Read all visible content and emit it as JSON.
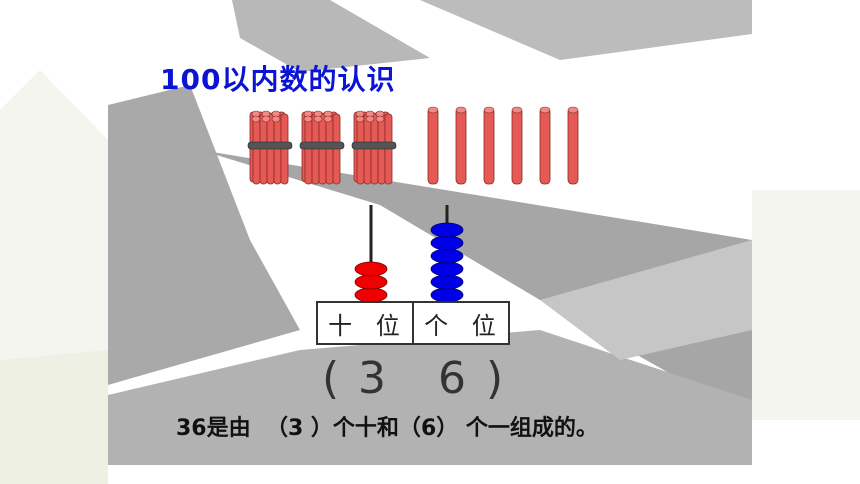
{
  "slide": {
    "title": "100以内数的认识",
    "colors": {
      "title": "#0a14d2",
      "stick": "#e55a55",
      "tens_bead": "#f00000",
      "ones_bead": "#0000e6",
      "background_shape": "#a8a8a8"
    }
  },
  "counters": {
    "bundles_of_ten": 3,
    "single_sticks": 6
  },
  "abacus": {
    "tens_beads": 3,
    "ones_beads": 6
  },
  "place_value_table": {
    "tens_label": "十 位",
    "ones_label": "个 位"
  },
  "answer": {
    "open_paren": "(",
    "tens_digit": "3",
    "ones_digit": "6",
    "close_paren": ")"
  },
  "sentence": {
    "number": "36",
    "part1": "是由  （",
    "tens": "3",
    "part2": " ）个十和（",
    "ones": "6",
    "part3": "） 个一组成的。"
  }
}
